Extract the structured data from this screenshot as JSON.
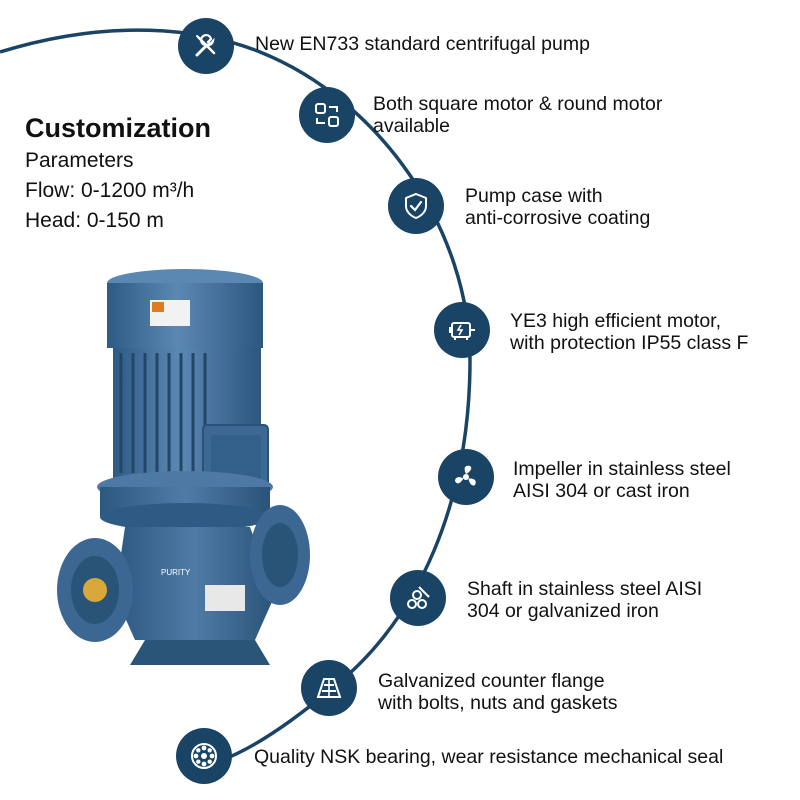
{
  "header": {
    "title": "Customization",
    "params_label": "Parameters",
    "flow": "Flow: 0-1200 m³/h",
    "head": "Head: 0-150 m"
  },
  "colors": {
    "badge": "#1a4466",
    "arc": "#1a4466",
    "pump": "#3f6f9e"
  },
  "pump_label": "PURITY",
  "features": [
    {
      "icon": "wrench-screwdriver-icon",
      "lines": [
        "New EN733 standard centrifugal pump"
      ]
    },
    {
      "icon": "swap-arrows-icon",
      "lines": [
        "Both square motor & round motor",
        "available"
      ]
    },
    {
      "icon": "shield-check-icon",
      "lines": [
        "Pump case with",
        "anti-corrosive coating"
      ]
    },
    {
      "icon": "motor-icon",
      "lines": [
        "YE3 high efficient motor,",
        "with protection IP55 class F"
      ]
    },
    {
      "icon": "fan-impeller-icon",
      "lines": [
        "Impeller in stainless steel",
        "AISI 304 or cast iron"
      ]
    },
    {
      "icon": "shaft-icon",
      "lines": [
        "Shaft in stainless steel AISI",
        "304 or galvanized iron"
      ]
    },
    {
      "icon": "flange-icon",
      "lines": [
        "Galvanized counter flange",
        "with bolts, nuts and gaskets"
      ]
    },
    {
      "icon": "bearing-icon",
      "lines": [
        "Quality NSK bearing, wear resistance mechanical seal"
      ]
    }
  ]
}
